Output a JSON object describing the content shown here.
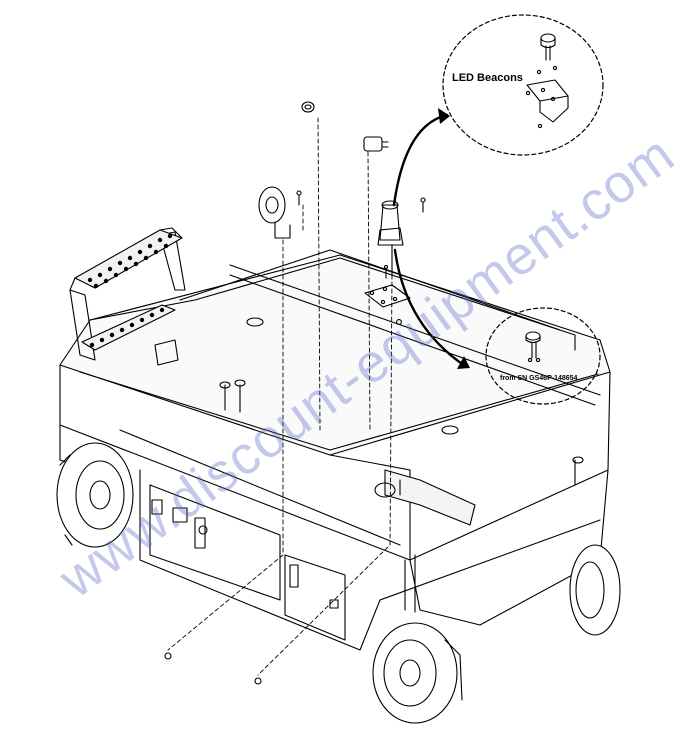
{
  "callouts": {
    "led_beacons": "LED Beacons",
    "from_serial": "from SN GS46P-148654"
  },
  "watermark": "www.discount-equipment.com",
  "colors": {
    "line": "#000000",
    "watermark": "#5a66c8",
    "background": "#ffffff"
  }
}
